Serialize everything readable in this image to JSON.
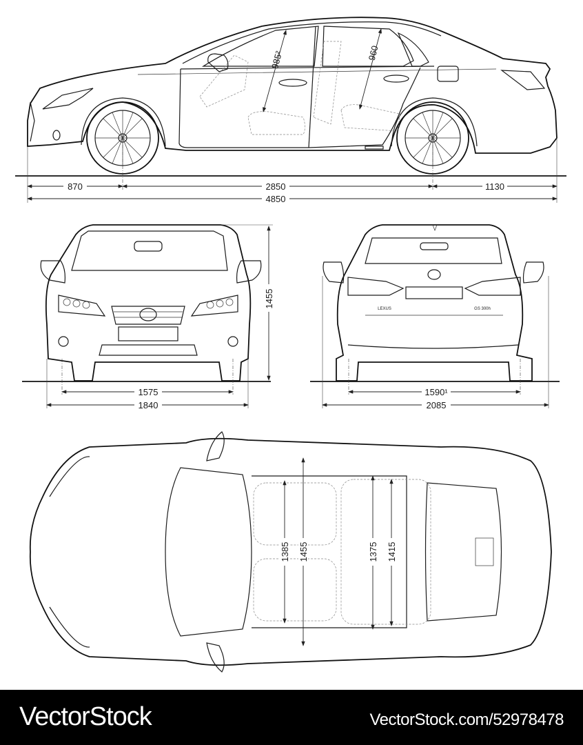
{
  "side_view": {
    "dimensions": {
      "front_overhang": "870",
      "wheelbase": "2850",
      "rear_overhang": "1130",
      "overall_length": "4850",
      "front_headroom": "985²",
      "rear_headroom": "960"
    }
  },
  "front_view": {
    "dimensions": {
      "front_track": "1575",
      "body_width": "1840",
      "overall_height": "1455"
    }
  },
  "rear_view": {
    "badge_left": "LEXUS",
    "badge_right": "GS 300h",
    "dimensions": {
      "rear_track": "1590¹",
      "width_with_mirrors": "2085"
    }
  },
  "top_view": {
    "dimensions": {
      "front_shoulder_width": "1385",
      "front_elbow_width": "1455",
      "rear_shoulder_width": "1375",
      "rear_elbow_width": "1415"
    }
  },
  "footer": {
    "brand": "VectorStock",
    "url": "VectorStock.com/52978478"
  },
  "colors": {
    "line": "#1a1a1a",
    "background": "#ffffff",
    "footer_bg": "#000000",
    "footer_text": "#ffffff"
  }
}
